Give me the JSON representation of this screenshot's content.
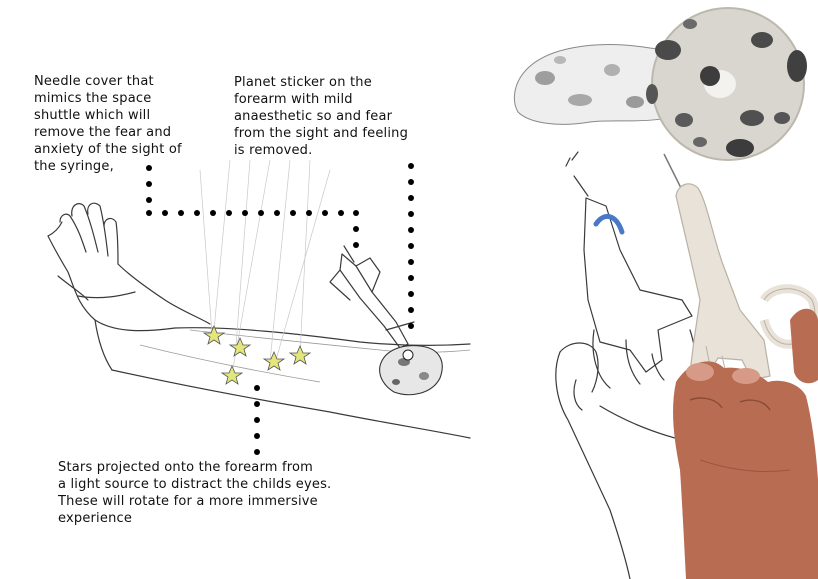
{
  "labels": {
    "needle_cover": "Needle cover that\nmimics the space\nshuttle which will\nremove the fear and\nanxiety of the sight of\nthe syringe,",
    "planet_sticker": "Planet sticker on the\nforearm with mild\nanaesthetic so and fear\nfrom the sight and feeling\nis removed.",
    "stars": "Stars projected onto the forearm from\na light source to distract the childs eyes.\nThese will rotate for a more immersive\nexperience"
  },
  "colors": {
    "text": "#111111",
    "leader_dots": "#000000",
    "sketch_line": "#3a3a3a",
    "star_fill": "#e3e67a",
    "shuttle_accent": "#4a78c8",
    "planet_body": "#d9d6cf",
    "planet_crater": "#4a4a4a",
    "model_plastic": "#e8e2d8",
    "skin": "#b86d52"
  }
}
